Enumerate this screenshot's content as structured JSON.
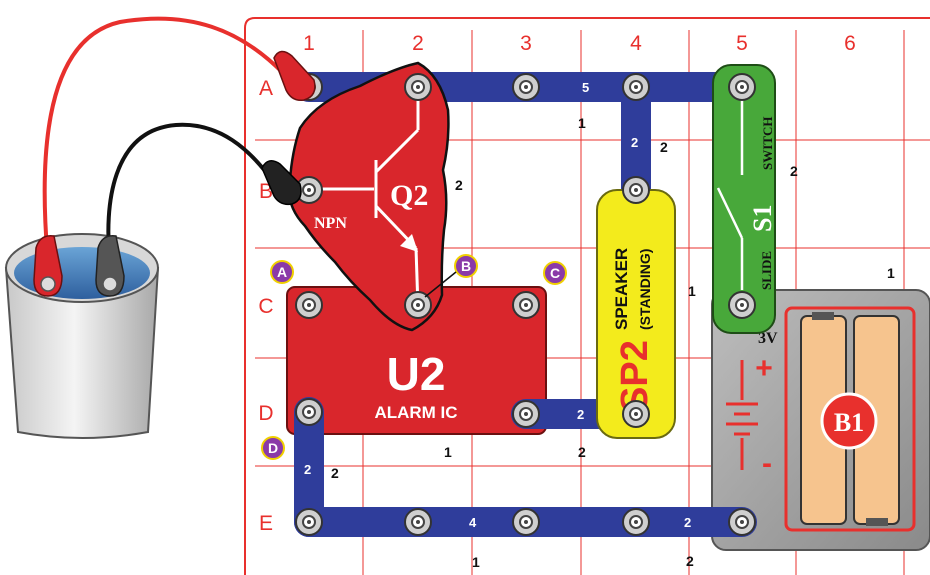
{
  "grid": {
    "columns": [
      "1",
      "2",
      "3",
      "4",
      "5",
      "6"
    ],
    "rows": [
      "A",
      "B",
      "C",
      "D",
      "E"
    ]
  },
  "markers": [
    "A",
    "B",
    "C",
    "D"
  ],
  "parts": {
    "transistor": {
      "label": "Q2",
      "type": "NPN",
      "level": "2"
    },
    "alarm_ic": {
      "label": "U2",
      "name": "ALARM IC",
      "level": "1"
    },
    "speaker": {
      "label": "SP2",
      "name": "SPEAKER",
      "sub": "(STANDING)",
      "level": "1"
    },
    "switch": {
      "label": "S1",
      "name": "SWITCH",
      "sub": "SLIDE",
      "level": "2"
    },
    "battery": {
      "label": "B1",
      "voltage": "3V",
      "plus": "+",
      "minus": "-",
      "level": "1"
    }
  },
  "wires": {
    "top": {
      "number": "5",
      "level": "1"
    },
    "vertical_4": {
      "number": "2",
      "level": "2"
    },
    "left": {
      "number": "2",
      "level": "2"
    },
    "bottom_left": {
      "number": "4",
      "level": "1"
    },
    "bottom_right": {
      "number": "2",
      "level": "2"
    },
    "middle": {
      "number": "2",
      "level": "2"
    }
  },
  "colors": {
    "grid": "#e8302d",
    "wire": "#2f3d9b",
    "transistor": "#d9262c",
    "alarm_ic": "#d9262c",
    "speaker": "#f3eb1c",
    "switch": "#48a83a",
    "battery": "#9a9a9a",
    "cell": "#f6c48e",
    "marker": "#8a3aa8"
  }
}
